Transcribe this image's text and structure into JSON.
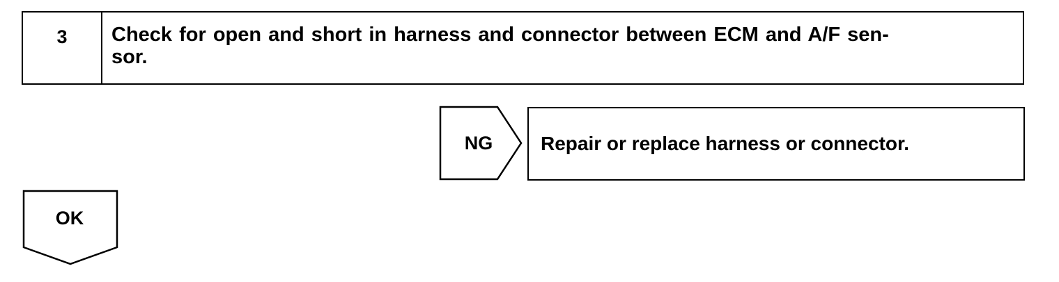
{
  "step": {
    "number": "3",
    "title": "Check for open and short in harness and connector between ECM and A/F sen-\nsor."
  },
  "ng_branch": {
    "label": "NG",
    "action": "Repair or replace harness or connector."
  },
  "ok_branch": {
    "label": "OK"
  }
}
